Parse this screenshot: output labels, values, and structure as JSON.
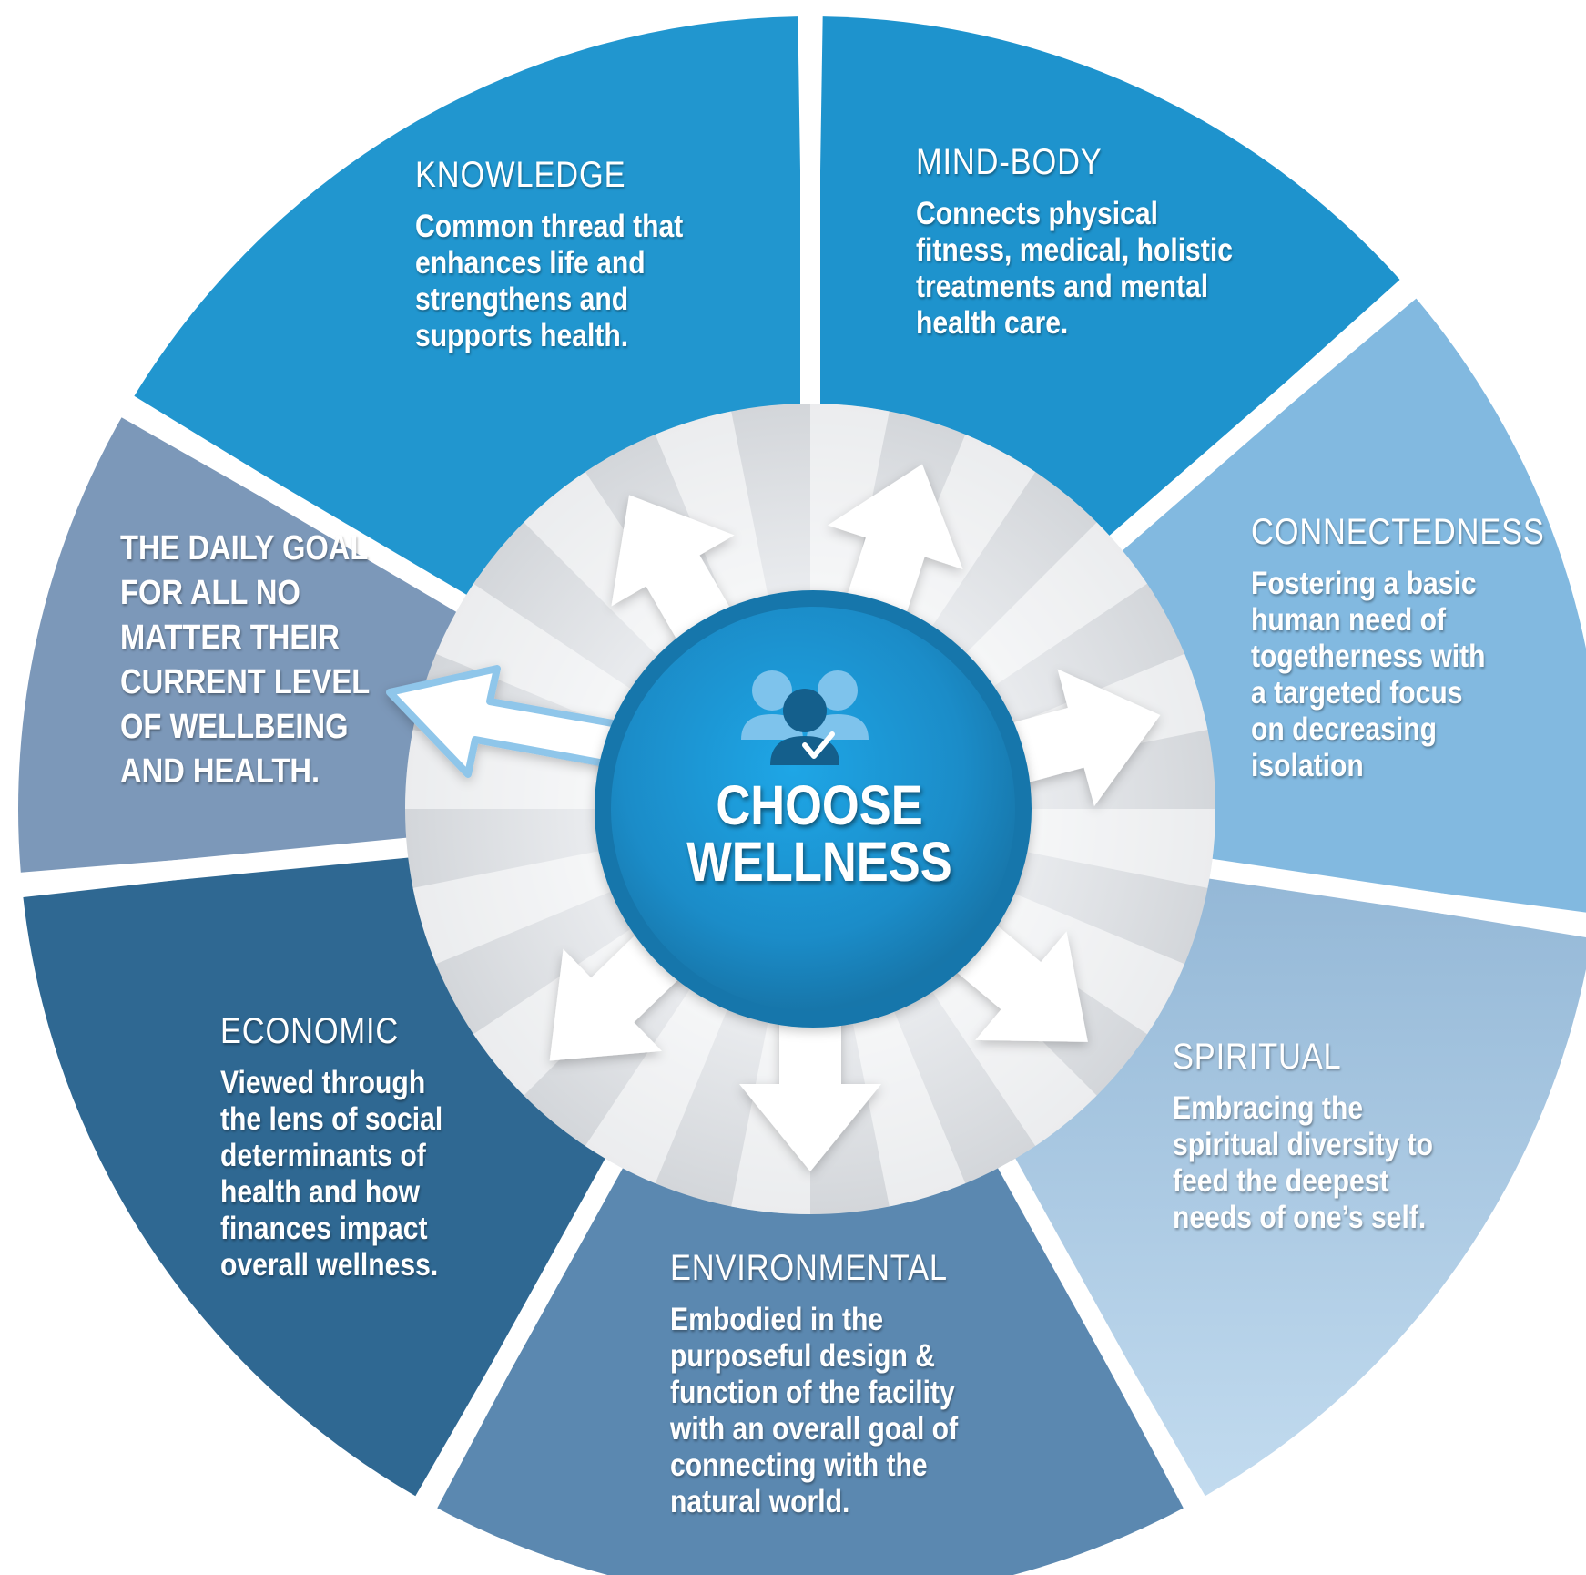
{
  "center": {
    "title_line1": "CHOOSE",
    "title_line2": "WELLNESS",
    "icon": "people-check-icon"
  },
  "goal": {
    "text": "THE DAILY GOAL\nFOR ALL NO\nMATTER THEIR\nCURRENT LEVEL\nOF WELLBEING\nAND HEALTH."
  },
  "segments": [
    {
      "title": "KNOWLEDGE",
      "body": "Common thread that\nenhances life and\nstrengthens and\nsupports health.",
      "color": "#2196cf"
    },
    {
      "title": "MIND-BODY",
      "body": "Connects physical\nfitness, medical, holistic\ntreatments and mental\nhealth care.",
      "color": "#1e93cd"
    },
    {
      "title": "CONNECTEDNESS",
      "body": "Fostering a basic\nhuman need of\ntogetherness with\na targeted focus\non decreasing\nisolation",
      "color": "#82b9e0"
    },
    {
      "title": "SPIRITUAL",
      "body": "Embracing the\nspiritual diversity to\nfeed the deepest\nneeds of one’s self.",
      "color": "#9dbfdb"
    },
    {
      "title": "ENVIRONMENTAL",
      "body": "Embodied in the\npurposeful design &\nfunction of the facility\nwith an overall goal of\nconnecting with the\nnatural world.",
      "color": "#5b88b0"
    },
    {
      "title": "ECONOMIC",
      "body": "Viewed through\nthe lens of social\ndeterminants of\nhealth and how\nfinances impact\noverall wellness.",
      "color": "#2f6892"
    },
    {
      "title": "",
      "body": "",
      "color": "#7c98b9"
    }
  ]
}
